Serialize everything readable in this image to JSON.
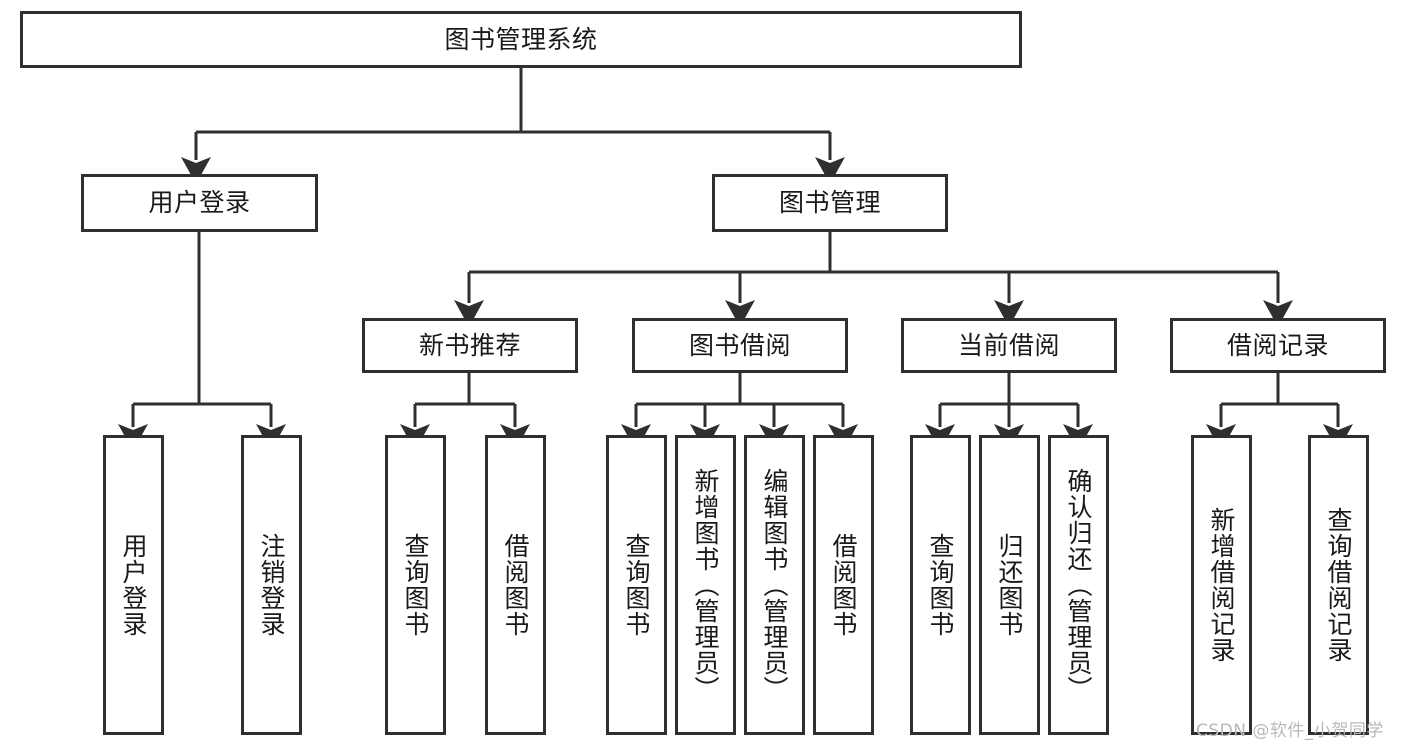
{
  "diagram": {
    "title": "图书管理系统",
    "type": "hierarchy-tree",
    "watermark": "CSDN @软件_小贺同学",
    "colors": {
      "stroke": "#2f2f2f",
      "fill": "#ffffff",
      "text": "#1a1a1a",
      "watermark": "#b9b9b9"
    },
    "nodes": {
      "root": {
        "label": "图书管理系统"
      },
      "level1": [
        {
          "label": "用户登录"
        },
        {
          "label": "图书管理"
        }
      ],
      "level2": [
        {
          "label": "新书推荐"
        },
        {
          "label": "图书借阅"
        },
        {
          "label": "当前借阅"
        },
        {
          "label": "借阅记录"
        }
      ],
      "leaves_user_login": [
        {
          "label": "用户登录"
        },
        {
          "label": "注销登录"
        }
      ],
      "leaves_new_book": [
        {
          "label": "查询图书"
        },
        {
          "label": "借阅图书"
        }
      ],
      "leaves_borrow": [
        {
          "label": "查询图书"
        },
        {
          "label": "新增图书（管理员）"
        },
        {
          "label": "编辑图书（管理员）"
        },
        {
          "label": "借阅图书"
        }
      ],
      "leaves_current": [
        {
          "label": "查询图书"
        },
        {
          "label": "归还图书"
        },
        {
          "label": "确认归还（管理员）"
        }
      ],
      "leaves_records": [
        {
          "label": "新增借阅记录"
        },
        {
          "label": "查询借阅记录"
        }
      ]
    }
  }
}
